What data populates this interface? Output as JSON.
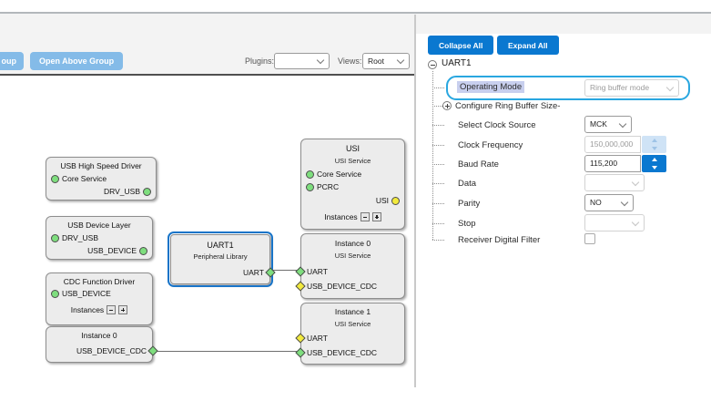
{
  "toolbar": {
    "partial_button_label": "oup",
    "open_above_group": "Open Above Group",
    "plugins_label": "Plugins:",
    "views_label": "Views:",
    "views_value": "Root"
  },
  "graph": {
    "usb_high_speed_driver": {
      "title": "USB High Speed Driver",
      "in_port": "Core Service",
      "out_port": "DRV_USB"
    },
    "usb_device_layer": {
      "title": "USB Device Layer",
      "in_port": "DRV_USB",
      "out_port": "USB_DEVICE"
    },
    "cdc_function_driver": {
      "title": "CDC Function Driver",
      "in_port": "USB_DEVICE",
      "instances_label": "Instances",
      "instance0": {
        "title": "Instance 0",
        "out_port": "USB_DEVICE_CDC"
      }
    },
    "uart1": {
      "title": "UART1",
      "subtitle": "Peripheral Library",
      "out_port": "UART"
    },
    "usi": {
      "title": "USI",
      "subtitle": "USI Service",
      "in_port1": "Core Service",
      "in_port2": "PCRC",
      "out_port": "USI",
      "instances_label": "Instances",
      "instance0": {
        "title": "Instance 0",
        "subtitle": "USI Service",
        "port1": "UART",
        "port2": "USB_DEVICE_CDC"
      },
      "instance1": {
        "title": "Instance 1",
        "subtitle": "USI Service",
        "port1": "UART",
        "port2": "USB_DEVICE_CDC"
      }
    }
  },
  "config": {
    "collapse_all": "Collapse All",
    "expand_all": "Expand All",
    "root_label": "UART1",
    "operating_mode": {
      "label": "Operating Mode",
      "value": "Ring buffer mode"
    },
    "configure_ring_buffer": {
      "label": "Configure Ring Buffer Size-"
    },
    "select_clock_source": {
      "label": "Select Clock Source",
      "value": "MCK"
    },
    "clock_frequency": {
      "label": "Clock Frequency",
      "value": "150,000,000"
    },
    "baud_rate": {
      "label": "Baud Rate",
      "value": "115,200"
    },
    "data_row": {
      "label": "Data",
      "value": ""
    },
    "parity": {
      "label": "Parity",
      "value": "NO"
    },
    "stop": {
      "label": "Stop",
      "value": ""
    },
    "receiver_digital_filter": {
      "label": "Receiver Digital Filter",
      "checked": false
    }
  },
  "colors": {
    "accent_blue": "#0a78d0",
    "toolbar_button_blue": "#84bbe8",
    "selection_border_blue": "#1874c8",
    "highlight_border_cyan": "#29a7e0",
    "label_selection_lavender": "#c8cfee",
    "port_green": "#7ede7e",
    "port_yellow": "#f2ea3d"
  }
}
